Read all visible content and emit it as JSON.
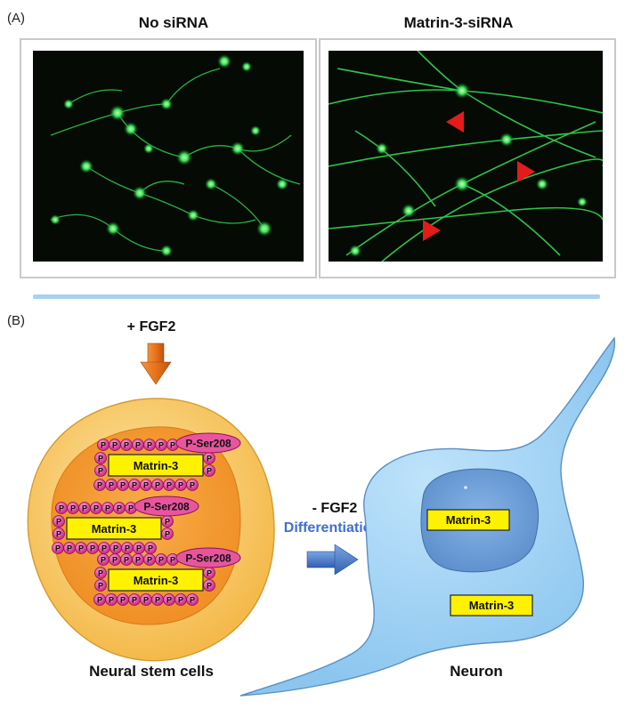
{
  "panel_a": {
    "tag": "(A)",
    "left_title": "No siRNA",
    "right_title": "Matrin-3-siRNA"
  },
  "panel_b": {
    "tag": "(B)",
    "fgf2_add": "+ FGF2",
    "fgf2_remove": "- FGF2",
    "differentiation": "Differentiation",
    "stem_label": "Neural stem cells",
    "neuron_label": "Neuron",
    "protein": "Matrin-3",
    "phospho_site": "P-Ser208",
    "phospho": "P"
  },
  "colors": {
    "cell_outer": "#f7c45c",
    "nucleus": "#f39a2e",
    "protein_box": "#fff200",
    "phospho_bead": "#e0409a",
    "neuron_body": "#9fd0f2",
    "neuron_nucleus": "#6fa2d8",
    "add_arrow": "#e8721c",
    "diff_arrow": "#4a7cc9",
    "diff_text": "#3f6fd1",
    "red_marker": "#e31b1b",
    "neurite_green": "#2fd04a"
  }
}
